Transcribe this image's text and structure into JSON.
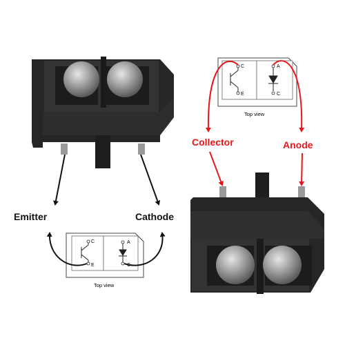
{
  "labels": {
    "emitter": "Emitter",
    "cathode": "Cathode",
    "collector": "Collector",
    "anode": "Anode"
  },
  "schematic": {
    "caption": "Top view",
    "pins": {
      "c": "C",
      "e": "E",
      "a": "A",
      "k": "C"
    }
  },
  "colors": {
    "label_black": "#111111",
    "label_red": "#e8161c",
    "arrow_red": "#e8161c",
    "arrow_black": "#111111",
    "body": "#262626",
    "lens": "#8e8e8e"
  }
}
